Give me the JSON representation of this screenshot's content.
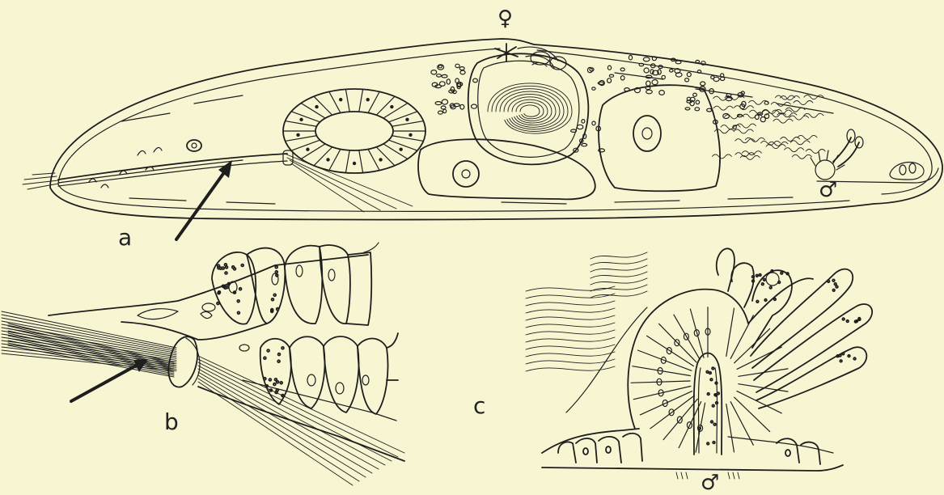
{
  "panels": {
    "a": "a",
    "b": "b",
    "c": "c"
  },
  "symbols": {
    "female": "♀",
    "male_a": "♂",
    "male_c": "♂"
  },
  "colors": {
    "background": "#f8f6d2",
    "ink": "#1e1e1e"
  }
}
